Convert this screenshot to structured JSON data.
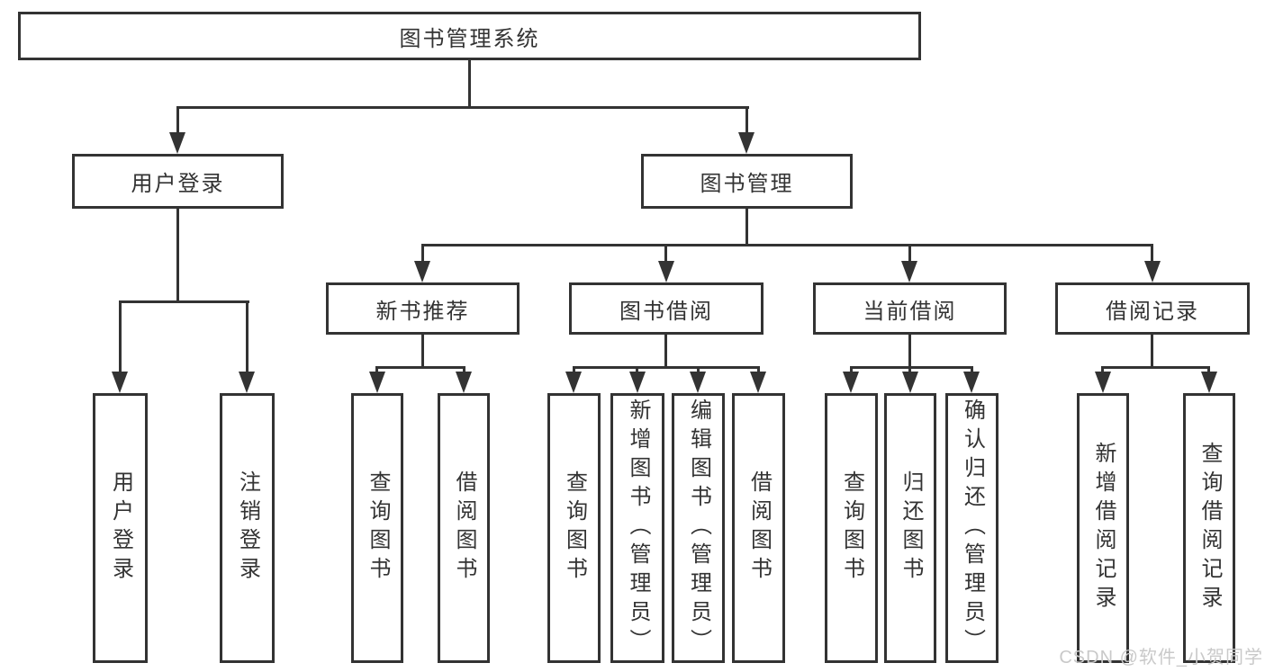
{
  "diagram_title": "图书管理系统",
  "tree": {
    "label": "图书管理系统",
    "children": [
      {
        "label": "用户登录",
        "children": [
          {
            "label": "用户登录"
          },
          {
            "label": "注销登录"
          }
        ]
      },
      {
        "label": "图书管理",
        "children": [
          {
            "label": "新书推荐",
            "children": [
              {
                "label": "查询图书"
              },
              {
                "label": "借阅图书"
              }
            ]
          },
          {
            "label": "图书借阅",
            "children": [
              {
                "label": "查询图书"
              },
              {
                "label": "新增图书（管理员）"
              },
              {
                "label": "编辑图书（管理员）"
              },
              {
                "label": "借阅图书"
              }
            ]
          },
          {
            "label": "当前借阅",
            "children": [
              {
                "label": "查询图书"
              },
              {
                "label": "归还图书"
              },
              {
                "label": "确认归还（管理员）"
              }
            ]
          },
          {
            "label": "借阅记录",
            "children": [
              {
                "label": "新增借阅记录"
              },
              {
                "label": "查询借阅记录"
              }
            ]
          }
        ]
      }
    ]
  },
  "watermark": {
    "text": "CSDN @软件_小贺同学"
  },
  "colors": {
    "line": "#333333",
    "text": "#333333",
    "background": "#ffffff",
    "watermark": "#c9c9c9"
  }
}
